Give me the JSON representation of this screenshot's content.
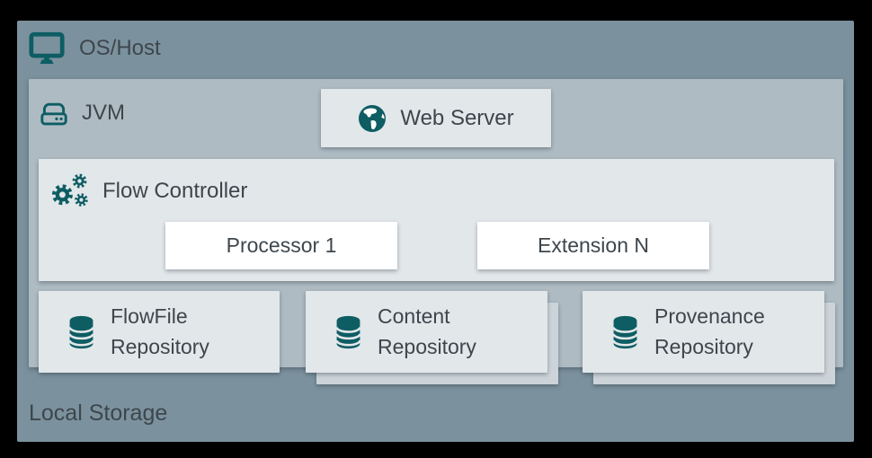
{
  "diagram": {
    "os_host": {
      "label": "OS/Host",
      "icon": "monitor-icon"
    },
    "jvm": {
      "label": "JVM",
      "icon": "hard-drive-icon"
    },
    "web_server": {
      "label": "Web Server",
      "icon": "globe-icon"
    },
    "flow_controller": {
      "label": "Flow Controller",
      "icon": "gears-icon"
    },
    "components": [
      {
        "label": "Processor 1"
      },
      {
        "label": "Extension N"
      }
    ],
    "repositories": [
      {
        "label": "FlowFile Repository",
        "icon": "database-icon",
        "stacked": false
      },
      {
        "label": "Content Repository",
        "icon": "database-icon",
        "stacked": true
      },
      {
        "label": "Provenance Repository",
        "icon": "database-icon",
        "stacked": true
      }
    ],
    "local_storage": {
      "label": "Local Storage"
    },
    "colors": {
      "frame": "#000000",
      "os_host_bg": "#7b929e",
      "jvm_bg": "#aebbc3",
      "panel_bg": "#e2e7ea",
      "card_bg": "#ffffff",
      "stacked_card_bg": "#ccd4d9",
      "icon_teal": "#0d5d63",
      "text": "#3e464c"
    }
  }
}
